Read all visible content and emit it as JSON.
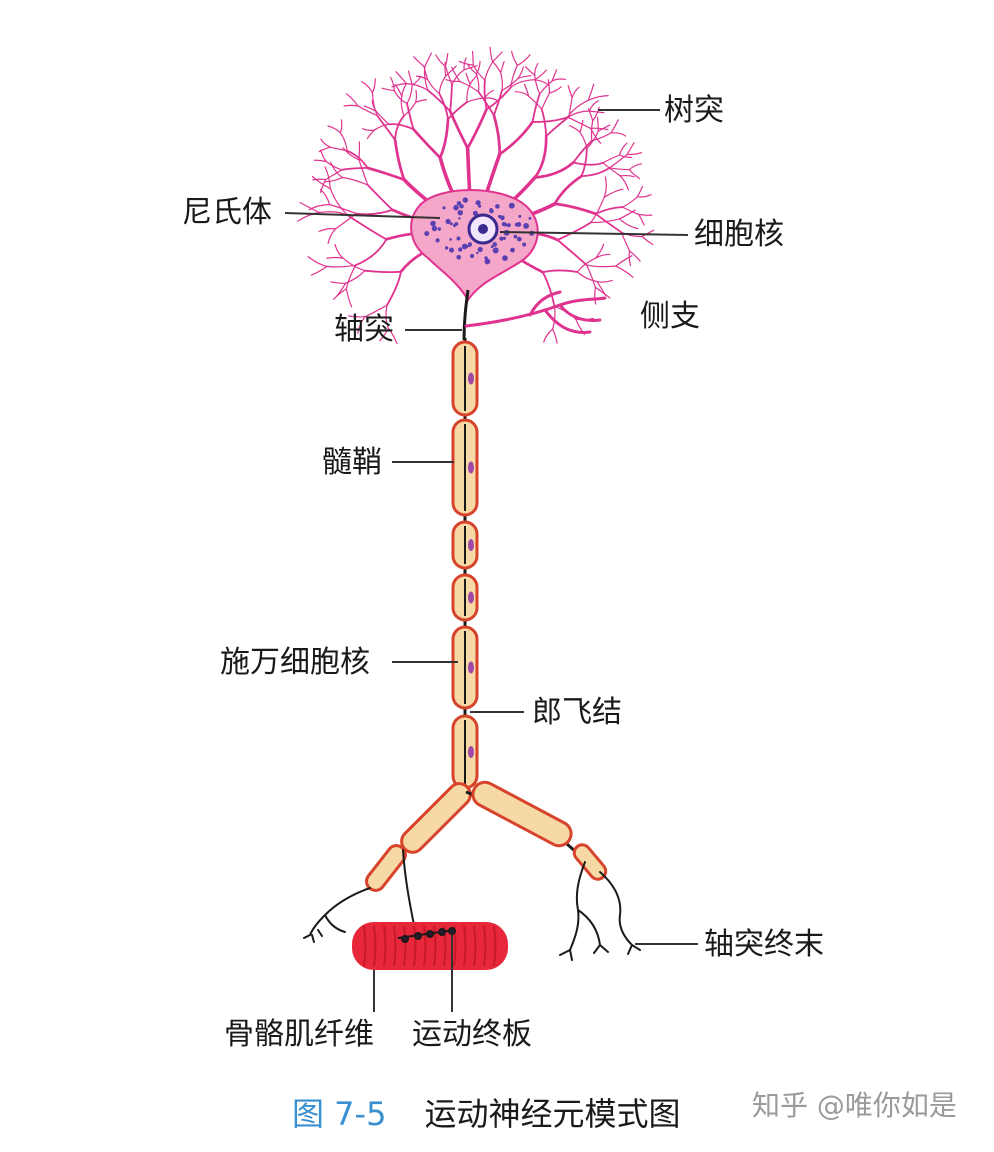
{
  "labels": {
    "dendrite": "树突",
    "nissl": "尼氏体",
    "nucleus": "细胞核",
    "collateral": "侧支",
    "axon": "轴突",
    "myelin": "髓鞘",
    "schwann_nucleus": "施万细胞核",
    "ranvier_node": "郎飞结",
    "axon_terminal": "轴突终末",
    "muscle_fiber": "骨骼肌纤维",
    "motor_endplate": "运动终板"
  },
  "caption": {
    "figure_number": "图 7-5",
    "title": "运动神经元模式图"
  },
  "watermark": "知乎 @唯你如是",
  "colors": {
    "dendrite": "#e0338f",
    "cell_body": "#f4a7c8",
    "nissl": "#5a3fb0",
    "myelin_fill": "#f7d9a6",
    "myelin_edge": "#d7432b",
    "axon": "#1a1a1a",
    "muscle": "#e8273a",
    "leader": "#333333",
    "figure_number": "#3a8fd0"
  }
}
